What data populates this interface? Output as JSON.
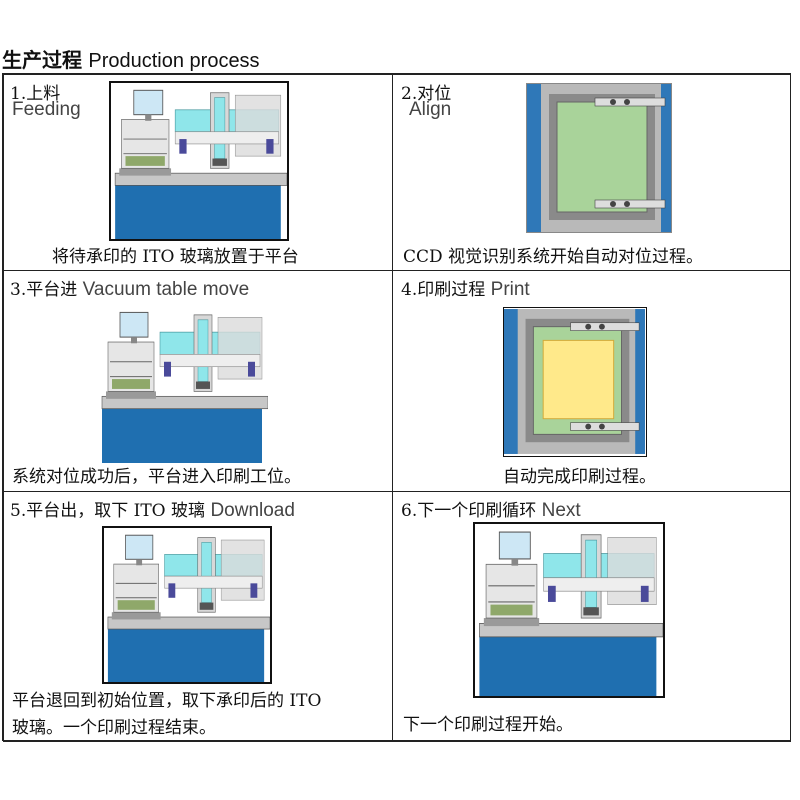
{
  "heading": {
    "zh": "生产过程",
    "en": "Production process"
  },
  "steps": [
    {
      "num_zh": "1.上料",
      "en": "Feeding",
      "desc": "将待承印的 ITO 玻璃放置于平台",
      "image": "machine-front-view"
    },
    {
      "num_zh": "2.对位",
      "en": "Align",
      "desc": "CCD 视觉识别系统开始自动对位过程。",
      "image": "screen-top-view"
    },
    {
      "num_zh": "3.平台进",
      "en": "Vacuum table move",
      "desc": "系统对位成功后，平台进入印刷工位。",
      "image": "machine-front-view"
    },
    {
      "num_zh": "4.印刷过程",
      "en": "Print",
      "desc": "自动完成印刷过程。",
      "image": "screen-print-view"
    },
    {
      "num_zh": "5.平台出，取下 ITO 玻璃",
      "en": "Download",
      "desc_lines": [
        "平台退回到初始位置，取下承印后的 ITO",
        "玻璃。一个印刷过程结束。"
      ],
      "image": "machine-front-view"
    },
    {
      "num_zh": "6.下一个印刷循环",
      "en": "Next",
      "desc": "下一个印刷过程开始。",
      "image": "machine-front-view"
    }
  ],
  "colors": {
    "machine_blue": "#1f6fb0",
    "table_cyan": "#8fe6ea",
    "mesh_green": "#a9d39a",
    "ink_yellow": "#ffe98a",
    "frame_gray": "#b9b9b9"
  }
}
